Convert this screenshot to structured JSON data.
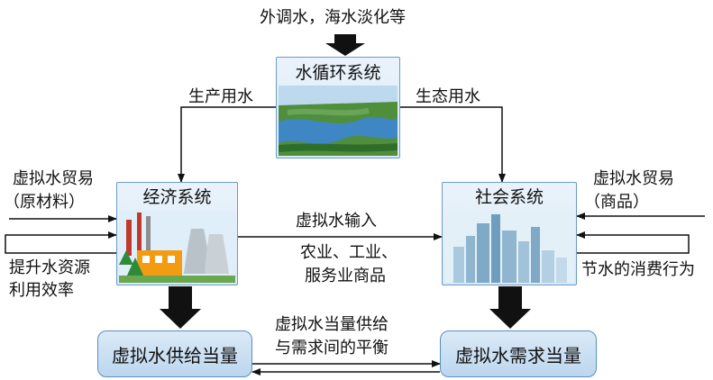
{
  "top_input": "外调水，海水淡化等",
  "water_cycle": {
    "title": "水循环系统"
  },
  "production_water": "生产用水",
  "ecological_water": "生态用水",
  "economic_system": {
    "title": "经济系统"
  },
  "social_system": {
    "title": "社会系统"
  },
  "left_trade": {
    "line1": "虚拟水贸易",
    "line2": "（原材料）"
  },
  "right_trade": {
    "line1": "虚拟水贸易",
    "line2": "（商品）"
  },
  "left_feedback": {
    "line1": "提升水资源",
    "line2": "利用效率"
  },
  "right_feedback": "节水的消费行为",
  "middle_flow": {
    "label": "虚拟水输入",
    "sub1": "农业、工业、",
    "sub2": "服务业商品"
  },
  "supply_box": "虚拟水供给当量",
  "demand_box": "虚拟水需求当量",
  "balance": {
    "line1": "虚拟水当量供给",
    "line2": "与需求间的平衡"
  }
}
